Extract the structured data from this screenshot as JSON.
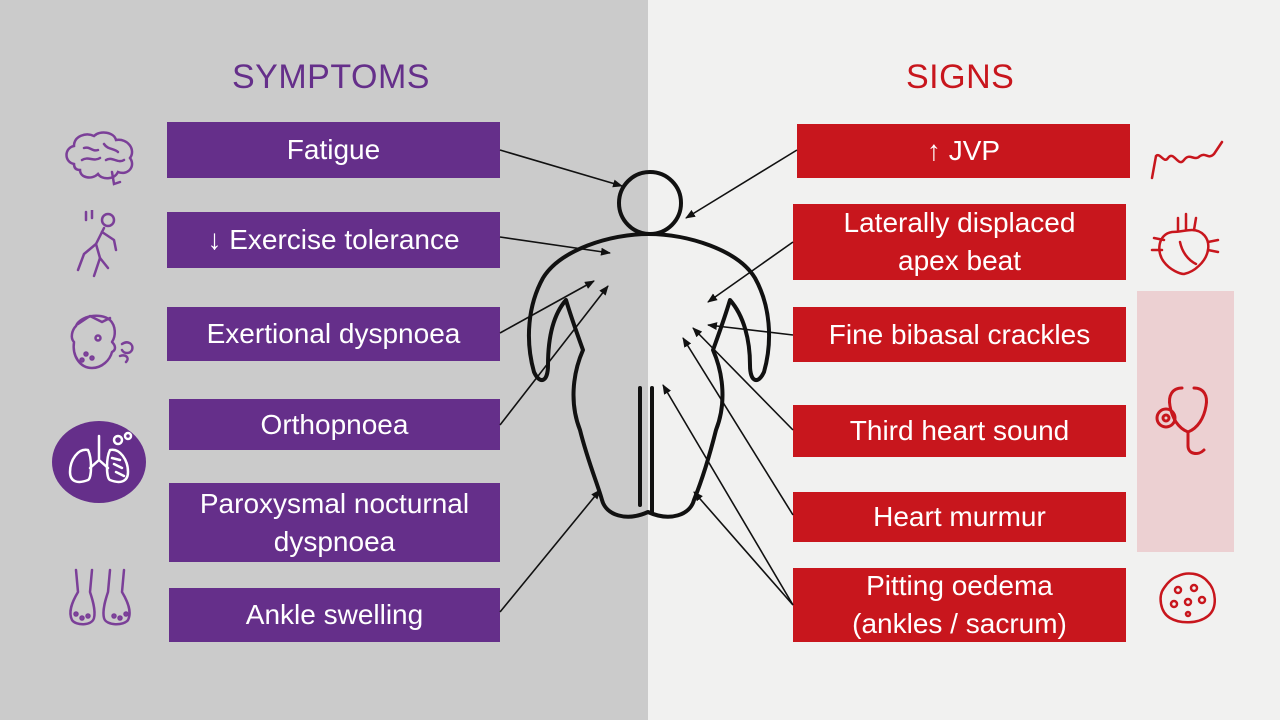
{
  "headings": {
    "symptoms": "SYMPTOMS",
    "signs": "SIGNS"
  },
  "symptoms": [
    {
      "label": "Fatigue",
      "icon": "brain-icon"
    },
    {
      "label": "↓ Exercise tolerance",
      "icon": "tired-person-icon"
    },
    {
      "label": "Exertional dyspnoea",
      "icon": "breathless-face-icon"
    },
    {
      "label": "Orthopnoea",
      "icon": "lungs-icon"
    },
    {
      "label": "Paroxysmal nocturnal dyspnoea",
      "icon": ""
    },
    {
      "label": "Ankle swelling",
      "icon": "swollen-feet-icon"
    }
  ],
  "signs": [
    {
      "label": "↑ JVP",
      "icon": "pulse-wave-icon"
    },
    {
      "label": "Laterally displaced apex beat",
      "icon": "heart-icon"
    },
    {
      "label": "Fine bibasal crackles",
      "icon": "stethoscope-icon"
    },
    {
      "label": "Third heart sound",
      "icon": ""
    },
    {
      "label": "Heart murmur",
      "icon": ""
    },
    {
      "label": "Pitting oedema (ankles / sacrum)",
      "icon": "oedema-cells-icon"
    }
  ],
  "colors": {
    "symptom": "#652f8a",
    "sign": "#c8161d",
    "left_bg": "#cbcbcb",
    "right_bg": "#f1f1f0",
    "highlight": "#ecd0d2"
  }
}
